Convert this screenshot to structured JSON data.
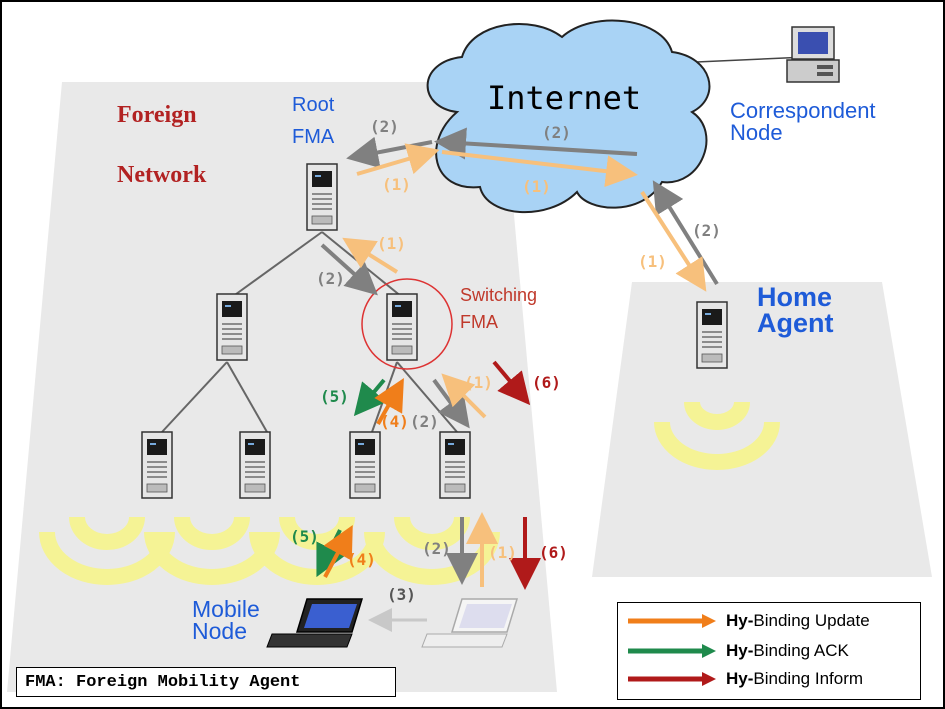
{
  "labels": {
    "foreign": "Foreign",
    "network": "Network",
    "root_fma_line1": "Root",
    "root_fma_line2": "FMA",
    "internet": "Internet",
    "correspondent_line1": "Correspondent",
    "correspondent_line2": "Node",
    "home_agent_line1": "Home",
    "home_agent_line2": "Agent",
    "switching_fma_line1": "Switching",
    "switching_fma_line2": "FMA",
    "mobile_node_line1": "Mobile",
    "mobile_node_line2": "Node"
  },
  "step_labels": {
    "s1": "(1)",
    "s2": "(2)",
    "s3": "(3)",
    "s4": "(4)",
    "s5": "(5)",
    "s6": "(6)"
  },
  "legend": {
    "items": [
      {
        "prefix": "Hy-",
        "text": "Binding Update",
        "color": "#f07e1a"
      },
      {
        "prefix": "Hy-",
        "text": "Binding ACK",
        "color": "#1f8a4c"
      },
      {
        "prefix": "Hy-",
        "text": "Binding Inform",
        "color": "#b01a1a"
      }
    ]
  },
  "note": "FMA: Foreign Mobility Agent",
  "colors": {
    "update": "#f07e1a",
    "ack": "#1f8a4c",
    "inform": "#b01a1a",
    "gray_arrow": "#808080",
    "light_orange": "#f7c07c",
    "cloud": "#a9d3f5",
    "coverage": "#f7f58c",
    "label_red": "#b22222",
    "label_blue": "#1e5bd8"
  }
}
